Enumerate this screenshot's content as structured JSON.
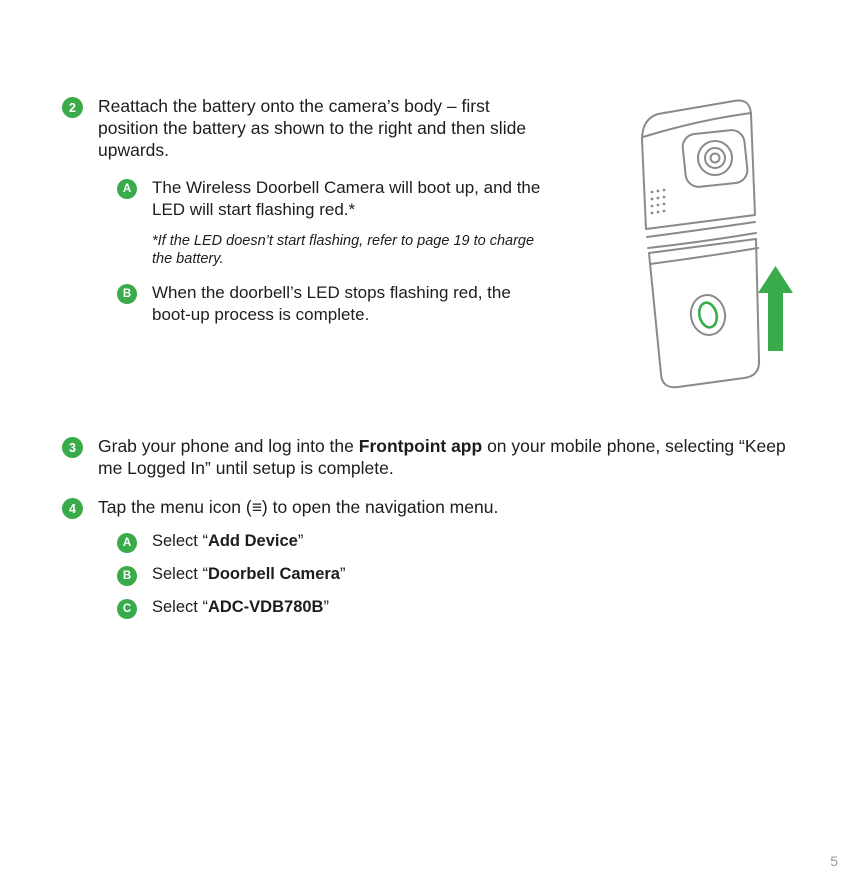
{
  "colors": {
    "green": "#3aab4a",
    "text": "#1d1d1b",
    "line": "#8a8a8a"
  },
  "page": {
    "number": "5"
  },
  "icons": {
    "doorbell": "doorbell-camera-illustration",
    "arrow": "slide-up-arrow-icon"
  },
  "step2": {
    "badge": "2",
    "text": "Reattach the battery onto the camera’s body – first position the battery as shown to the right and then slide upwards.",
    "sub_a": {
      "badge": "A",
      "text": "The Wireless Doorbell Camera will boot up, and the LED will start flashing red.*"
    },
    "note": "*If the LED doesn’t start flashing, refer to page 19 to charge the battery.",
    "sub_b": {
      "badge": "B",
      "text": "When the doorbell’s LED stops flashing red, the boot-up process is complete."
    }
  },
  "step3": {
    "badge": "3",
    "before": "Grab your phone and log into the ",
    "bold": "Frontpoint app",
    "after": " on your mobile phone, selecting “Keep me Logged In” until setup is complete."
  },
  "step4": {
    "badge": "4",
    "text": "Tap the menu icon (≡) to open the navigation menu.",
    "item_a": {
      "badge": "A",
      "prefix": "Select “",
      "bold": "Add Device",
      "suffix": "”"
    },
    "item_b": {
      "badge": "B",
      "prefix": "Select “",
      "bold": "Doorbell Camera",
      "suffix": "”"
    },
    "item_c": {
      "badge": "C",
      "prefix": "Select “",
      "bold": "ADC-VDB780B",
      "suffix": "”"
    }
  }
}
